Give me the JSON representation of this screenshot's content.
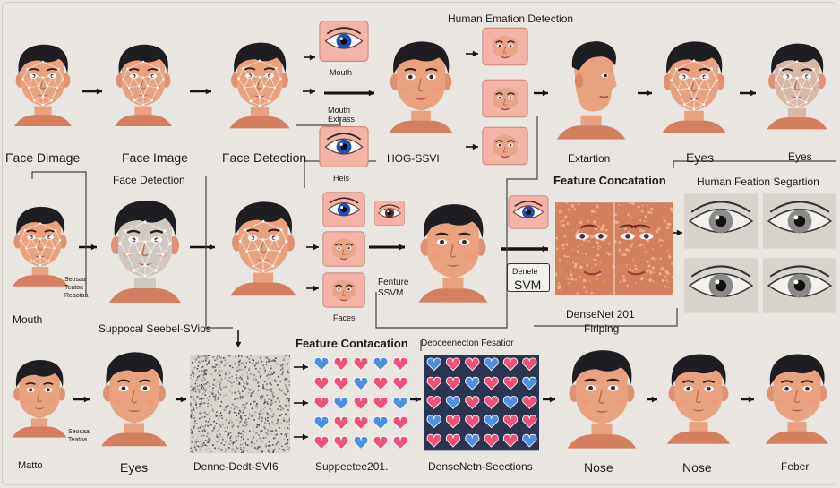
{
  "title": "Human Emation Detection",
  "colors": {
    "background": "#e9e6e1",
    "skin": "#e9a27f",
    "hair": "#1e1d22",
    "mesh": "#f6f1f0",
    "thumb_bg": "#f3b3a6",
    "heart_pink": "#f0517a",
    "heart_blue": "#4f8fe0",
    "eye_blue": "#1e4fb4",
    "arrow": "#141414"
  },
  "row1": {
    "labels": {
      "face_dimage": "Face Dimage",
      "face_image": "Face Image",
      "face_detection": "Face Detection",
      "mouth": "Mouth",
      "mouth_extrass": "Mouth\nExtrass",
      "hog_svm": "HOG-SSVI",
      "extraction": "Extartion",
      "eyes": "Eyes",
      "eyes2": "Eyes"
    }
  },
  "row2": {
    "labels": {
      "face_detection": "Face Detection",
      "mouth": "Mouth",
      "suppocal": "Suppocal Seebel-SVios",
      "side_note": "Seosaa\nTeatoa\nReaotaa",
      "heis": "Heis",
      "feature": "Fenture\nSSVM",
      "faces": "Faces",
      "dense_svm_top": "Denele",
      "dense_svm_bottom": "SVM",
      "feature_concatation": "Feature Concatation",
      "densenet": "DenseNet 201",
      "flriping": "Flriping",
      "human_feation": "Human Feation Segartion"
    }
  },
  "row3": {
    "labels": {
      "feature_contacation": "Feature Contacation",
      "eyes_note": "Seosaa\nTeatoa",
      "matto": "Matto",
      "eyes": "Eyes",
      "dense_dedt": "Denne-Dedt-SVI6",
      "suppe_201": "Suppeetee201.",
      "densenet_seections": "DenseNetn-Seections",
      "dense_fesatior": "Deoceenecton Fesatior",
      "nose1": "Nose",
      "nose2": "Nose",
      "feber": "Feber"
    }
  }
}
